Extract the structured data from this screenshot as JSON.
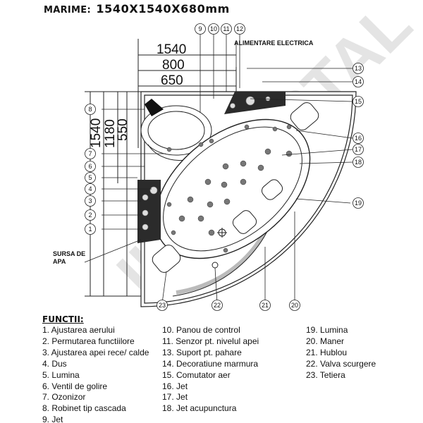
{
  "title": {
    "label": "MARIME:",
    "value": "1540X1540X680mm"
  },
  "dimensions": {
    "width_total": "1540",
    "width_mid": "800",
    "width_small": "650",
    "height_total": "1540",
    "height_mid": "1180",
    "height_small": "550"
  },
  "labels": {
    "power": "ALIMENTARE ELECTRICA",
    "water_source_line1": "SURSA DE",
    "water_source_line2": "APA",
    "watermark": "IL CONSTAL"
  },
  "callouts": [
    "1",
    "2",
    "3",
    "4",
    "5",
    "6",
    "7",
    "8",
    "9",
    "10",
    "11",
    "12",
    "13",
    "14",
    "15",
    "16",
    "17",
    "18",
    "19",
    "20",
    "21",
    "22",
    "23"
  ],
  "functions": {
    "heading": "FUNCTII:",
    "columns": [
      [
        "1. Ajustarea aerului",
        "2. Permutarea functiilore",
        "3. Ajustarea apei rece/ calde",
        "4. Dus",
        "5. Lumina",
        "6. Ventil de golire",
        "7. Ozonizor",
        "8. Robinet tip cascada",
        "9. Jet"
      ],
      [
        "10. Panou de control",
        "11. Senzor pt. nivelul apei",
        "13. Suport pt. pahare",
        "14. Decoratiune marmura",
        "15. Comutator aer",
        "16. Jet",
        "17. Jet",
        "18. Jet acupunctura"
      ],
      [
        "19. Lumina",
        "20. Maner",
        "21. Hublou",
        "22. Valva scurgere",
        "23. Tetiera"
      ]
    ]
  },
  "colors": {
    "panel": "#2b2b2b",
    "line": "#222222",
    "watermark": "#d9d9d9",
    "bg": "#ffffff"
  }
}
